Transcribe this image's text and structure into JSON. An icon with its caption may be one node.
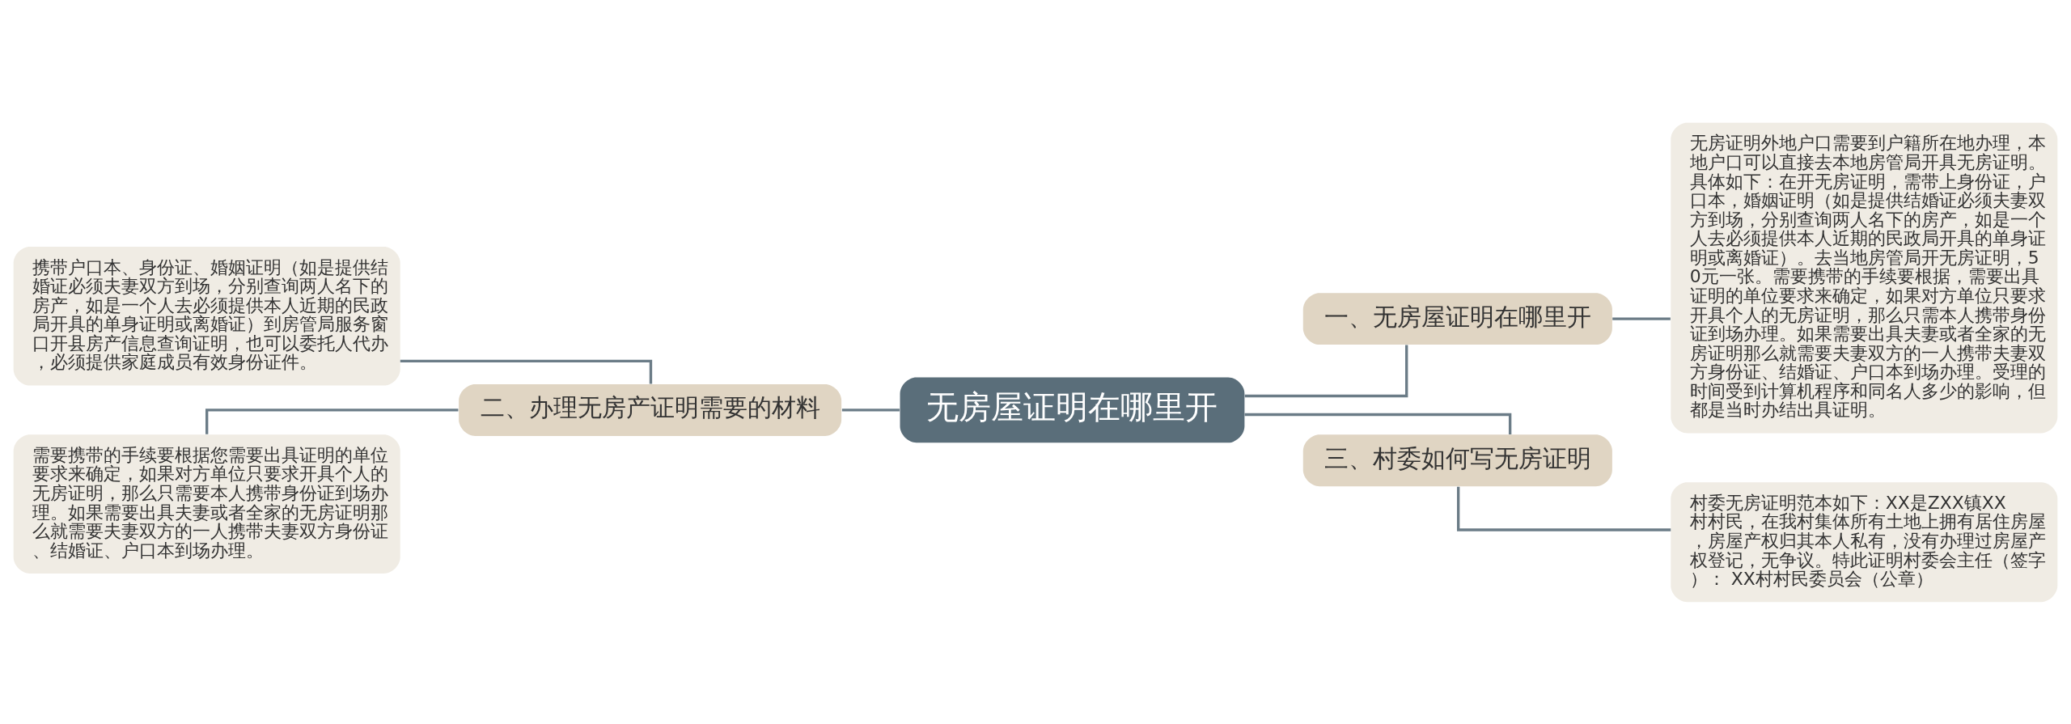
{
  "diagram": {
    "nodes": [
      {
        "text": [
          "无房屋证明在哪里开"
        ]
      },
      {
        "text": [
          "一、无房屋证明在哪里开"
        ]
      },
      {
        "text": [
          "无房证明外地户口需要到户籍所在地办理，本地户口可以直接去本地房管局开具无房证明。具体如下：在开无房证明，需带上身份证，户口本，婚姻证明（如是提供结婚证必须夫妻双方到场，分别查询两人名下的房产，如是一个人去必须提供本人近期的民政局开具的单身证明或离婚证）。去当地房管局开无房证明，50元一张。需要携带的手续要根据，需要出具证明的单位要求来确定，如果对方单位只要求开具个人的无房证明，那么只需本人携带身份证到场办理。如果需要出具夫妻或者全家的无房证明那么就需要夫妻双方的一人携带夫妻双方身份证、结婚证、户口本到场办理。受理的时间受到计算机程序和同名人多少的影响，但都是当时办结出具证明。"
        ]
      },
      {
        "text": [
          "二、办理无房产证明需要的材料"
        ]
      },
      {
        "text": [
          "携带户口本、身份证、婚姻证明（如是提供结婚证必须夫妻双方到场，分别查询两人名下的房产，如是一个人去必须提供本人近期的民政局开具的单身证明或离婚证）到房管局服务窗口开县房产信息查询证明，也可以委托人代办，必须提供家庭成员有效身份证件。"
        ]
      },
      {
        "text": [
          "需要携带的手续要根据您需要出具证明的单位要求来确定，如果对方单位只要求开具个人的无房证明，那么只需要本人携带身份证到场办理。如果需要出具夫妻或者全家的无房证明那么就需要夫妻双方的一人携带夫妻双方身份证、结婚证、户口本到场办理。"
        ]
      },
      {
        "text": [
          "三、村委如何写无房证明"
        ]
      },
      {
        "text": [
          "村委无房证明范本如下：XX是ZXX镇XX村村民，在我村集体所有土地上拥有居住房屋，房屋产权归其本人私有，没有办理过房屋产权登记，无争议。特此证明村委会主任（签字）： XX村村民委员会（公章）"
        ]
      }
    ],
    "edges": [
      {
        "from": 0,
        "to": 1,
        "arrow": "none"
      },
      {
        "from": 1,
        "to": 2,
        "arrow": "none"
      },
      {
        "from": 0,
        "to": 3,
        "arrow": "none"
      },
      {
        "from": 3,
        "to": 4,
        "arrow": "none"
      },
      {
        "from": 3,
        "to": 5,
        "arrow": "none"
      },
      {
        "from": 0,
        "to": 6,
        "arrow": "none"
      },
      {
        "from": 6,
        "to": 7,
        "arrow": "none"
      }
    ]
  }
}
